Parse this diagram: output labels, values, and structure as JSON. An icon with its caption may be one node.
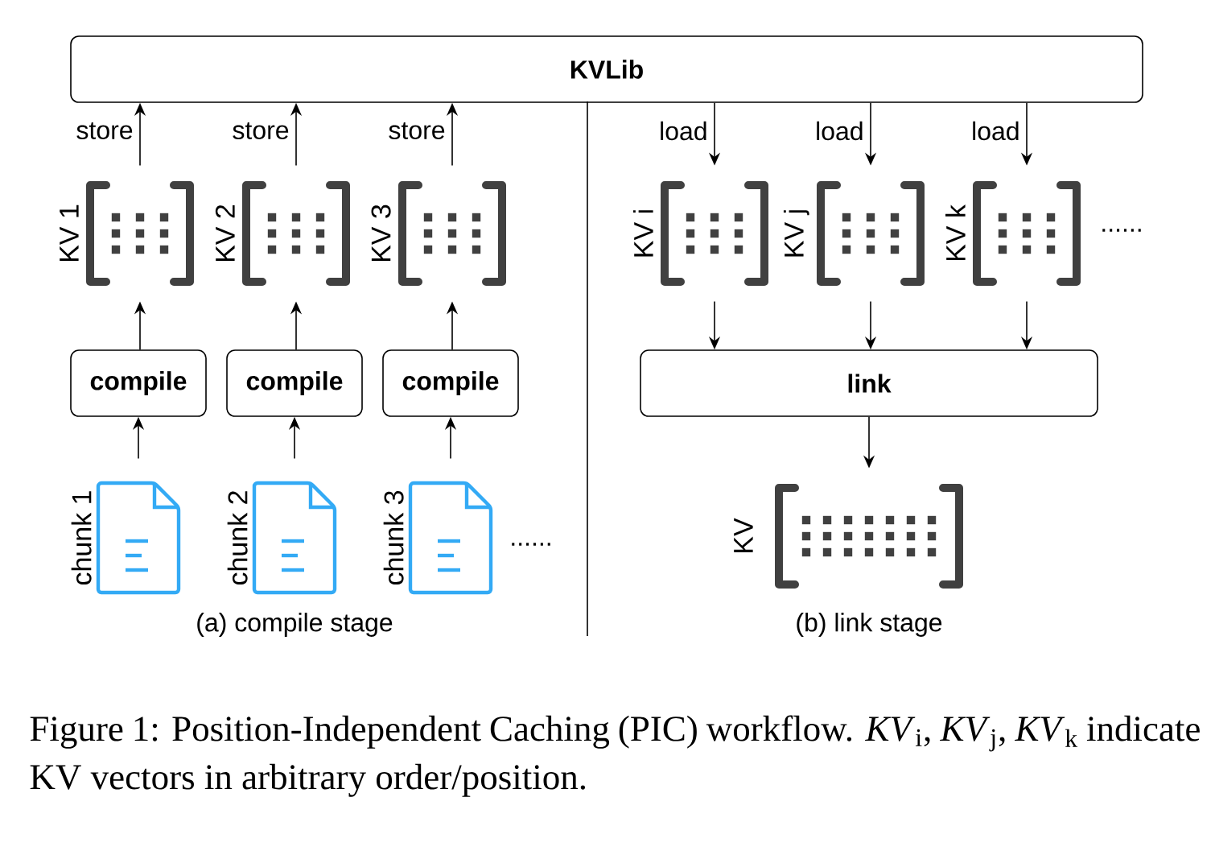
{
  "diagram": {
    "caption": "Figure 1: Position-Independent Caching (PIC) workflow. *KV*$_{i}$, *KV*$_{j}$, *KV*$_{k}$ indicate KV vectors in arbitrary order/position.",
    "nodes": [
      {
        "text": [
          "KVLib"
        ]
      },
      {
        "text": [
          "compile"
        ]
      },
      {
        "text": [
          "compile"
        ]
      },
      {
        "text": [
          "compile"
        ]
      },
      {
        "text": [
          "KV 1"
        ]
      },
      {
        "text": [
          "KV 2"
        ]
      },
      {
        "text": [
          "KV 3"
        ]
      },
      {
        "text": [
          "chunk 1"
        ]
      },
      {
        "text": [
          "chunk 2"
        ]
      },
      {
        "text": [
          "chunk 3"
        ]
      },
      {
        "text": [
          "KV i"
        ]
      },
      {
        "text": [
          "KV j"
        ]
      },
      {
        "text": [
          "KV k"
        ]
      },
      {
        "text": [
          "link"
        ]
      },
      {
        "text": [
          "KV"
        ]
      }
    ],
    "edges": [
      {
        "from": 7,
        "to": 1,
        "arrow": "to"
      },
      {
        "from": 8,
        "to": 2,
        "arrow": "to"
      },
      {
        "from": 9,
        "to": 3,
        "arrow": "to"
      },
      {
        "from": 1,
        "to": 4,
        "arrow": "to"
      },
      {
        "from": 2,
        "to": 5,
        "arrow": "to"
      },
      {
        "from": 3,
        "to": 6,
        "arrow": "to"
      },
      {
        "from": 4,
        "to": 0,
        "arrow": "to",
        "label": "store"
      },
      {
        "from": 5,
        "to": 0,
        "arrow": "to",
        "label": "store"
      },
      {
        "from": 6,
        "to": 0,
        "arrow": "to",
        "label": "store"
      },
      {
        "from": 0,
        "to": 10,
        "arrow": "to",
        "label": "load"
      },
      {
        "from": 0,
        "to": 11,
        "arrow": "to",
        "label": "load"
      },
      {
        "from": 0,
        "to": 12,
        "arrow": "to",
        "label": "load"
      },
      {
        "from": 10,
        "to": 13,
        "arrow": "to"
      },
      {
        "from": 11,
        "to": 13,
        "arrow": "to"
      },
      {
        "from": 12,
        "to": 13,
        "arrow": "to"
      },
      {
        "from": 13,
        "to": 14,
        "arrow": "to"
      }
    ],
    "labels": [
      "......",
      "......",
      "(a) compile stage",
      "(b) link stage"
    ]
  }
}
